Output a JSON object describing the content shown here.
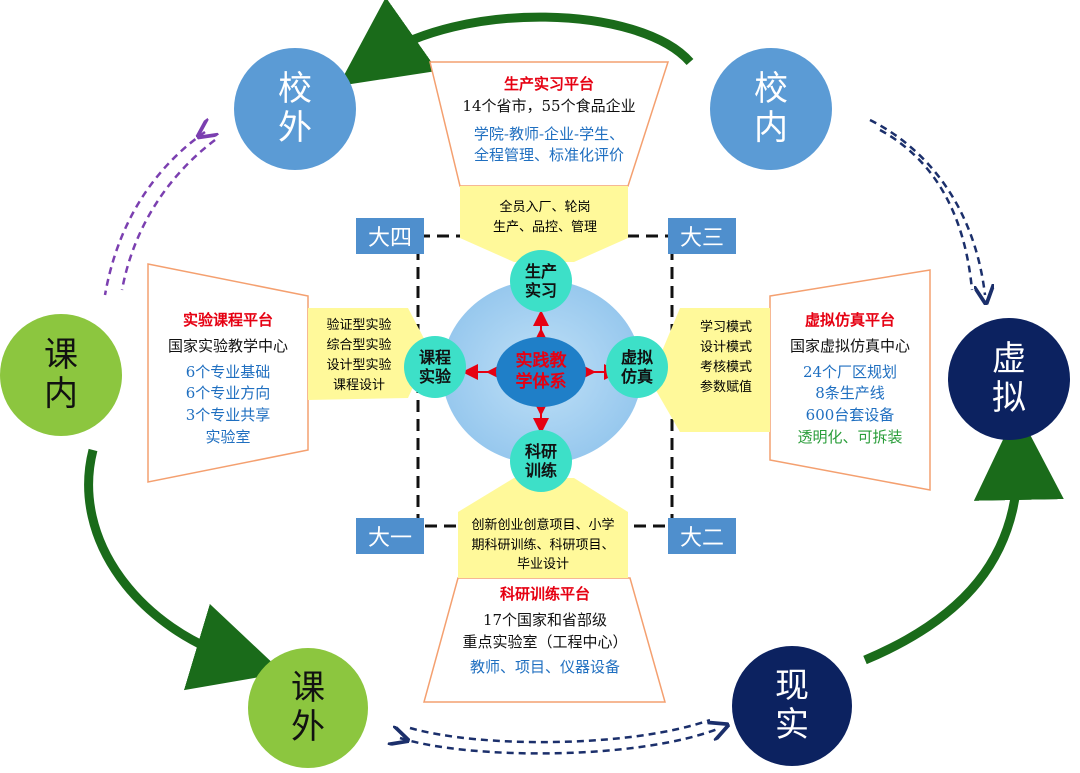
{
  "outer_nodes": {
    "off_campus": "校外",
    "on_campus": "校内",
    "in_class": "课内",
    "virtual": "虚拟",
    "after_class": "课外",
    "reality": "现实"
  },
  "core": "实践教学体系",
  "sub_nodes": {
    "production": "生产实习",
    "course": "课程实验",
    "simulation": "虚拟仿真",
    "research": "科研训练"
  },
  "year_labels": {
    "senior": "大四",
    "junior": "大三",
    "freshman": "大一",
    "sophomore": "大二"
  },
  "platforms": {
    "production": {
      "title": "生产实习平台",
      "line1": "14个省市，55个食品企业",
      "line2": "学院-教师-企业-学生、",
      "line3": "全程管理、标准化评价",
      "connector": [
        "全员入厂、轮岗",
        "生产、品控、管理"
      ]
    },
    "course": {
      "title": "实验课程平台",
      "line1": "国家实验教学中心",
      "items": [
        "6个专业基础",
        "6个专业方向",
        "3个专业共享",
        "实验室"
      ],
      "connector": [
        "验证型实验",
        "综合型实验",
        "设计型实验",
        "课程设计"
      ]
    },
    "simulation": {
      "title": "虚拟仿真平台",
      "line1": "国家虚拟仿真中心",
      "items": [
        "24个厂区规划",
        "8条生产线",
        "600台套设备"
      ],
      "green": "透明化、可拆装",
      "connector": [
        "学习模式",
        "设计模式",
        "考核模式",
        "参数赋值"
      ]
    },
    "research": {
      "title": "科研训练平台",
      "line1": "17个国家和省部级",
      "line2": "重点实验室（工程中心）",
      "line3": "教师、项目、仪器设备",
      "connector": [
        "创新创业创意项目、小学",
        "期科研训练、科研项目、",
        "毕业设计"
      ]
    }
  },
  "colors": {
    "blue_circle": "#5b9bd5",
    "green_circle": "#8cc63f",
    "navy_circle": "#0c2260",
    "node": "#3de0c8",
    "connector": "#fff99a",
    "title_red": "#e60012",
    "text_blue": "#1f6fc0",
    "text_green": "#2a9d3a",
    "arrow_green": "#1a6b1a",
    "dashed_purple": "#7b3fb0",
    "dashed_navy": "#1b2f6b"
  }
}
